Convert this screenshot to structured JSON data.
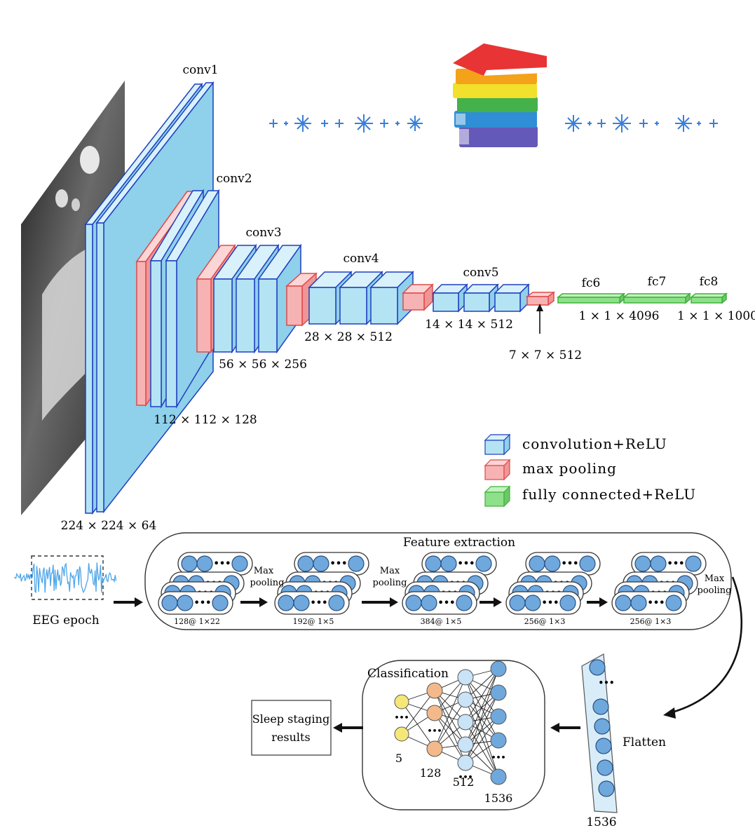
{
  "vgg": {
    "layers": {
      "conv1": "conv1",
      "conv2": "conv2",
      "conv3": "conv3",
      "conv4": "conv4",
      "conv5": "conv5",
      "fc6": "fc6",
      "fc7": "fc7",
      "fc8": "fc8"
    },
    "dims": {
      "d1": "224 × 224 × 64",
      "d2": "112 × 112 × 128",
      "d3": "56 × 56 × 256",
      "d4": "28 × 28 × 512",
      "d5": "14 × 14 × 512",
      "d6": "7 × 7 × 512",
      "fc67": "1 × 1 × 4096",
      "fc8": "1 × 1 × 1000"
    },
    "legend": {
      "conv": "convolution+ReLU",
      "pool": "max pooling",
      "fc": "fully connected+ReLU"
    },
    "colors": {
      "conv_fill": "#b4e4f4",
      "conv_edge": "#1e3fbf",
      "pool_fill": "#f7b3b3",
      "pool_edge": "#e04848",
      "fc_fill": "#8ee08a",
      "fc_edge": "#3fb23a"
    },
    "deco_icon": "stack-of-books-icon"
  },
  "eeg": {
    "input_label": "EEG epoch",
    "section_title": "Feature extraction",
    "pool_label_a": "Max",
    "pool_label_b": "pooling",
    "blocks": [
      "128@ 1×22",
      "192@ 1×5",
      "384@ 1×5",
      "256@ 1×3",
      "256@ 1×3"
    ],
    "flatten_label": "Flatten",
    "flatten_count": "1536",
    "classification_title": "Classification",
    "layer_counts": [
      "5",
      "128",
      "512",
      "1536"
    ],
    "output_label_a": "Sleep staging",
    "output_label_b": "results",
    "colors": {
      "node_blue": "#6fa8dc",
      "node_light": "#c9e3f7",
      "node_yellow": "#f5e878",
      "node_orange": "#f4b98a"
    }
  }
}
